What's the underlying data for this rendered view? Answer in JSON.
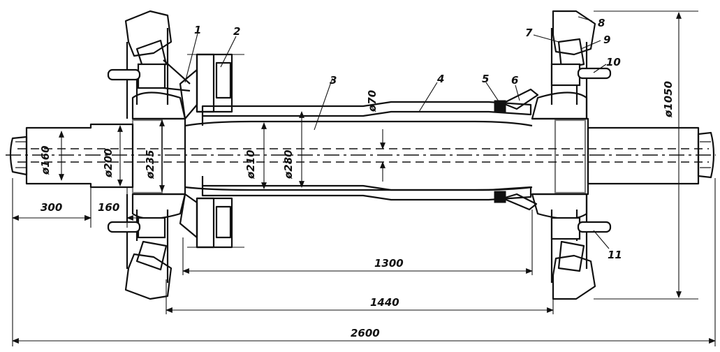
{
  "diagram": {
    "part_labels": [
      "1",
      "2",
      "3",
      "4",
      "5",
      "6",
      "7",
      "8",
      "9",
      "10",
      "11"
    ],
    "diameter_labels": [
      "ø160",
      "ø200",
      "ø235",
      "ø210",
      "ø280",
      "ø70",
      "ø1050"
    ],
    "length_labels": [
      "300",
      "160",
      "1300",
      "1440",
      "2600"
    ]
  }
}
